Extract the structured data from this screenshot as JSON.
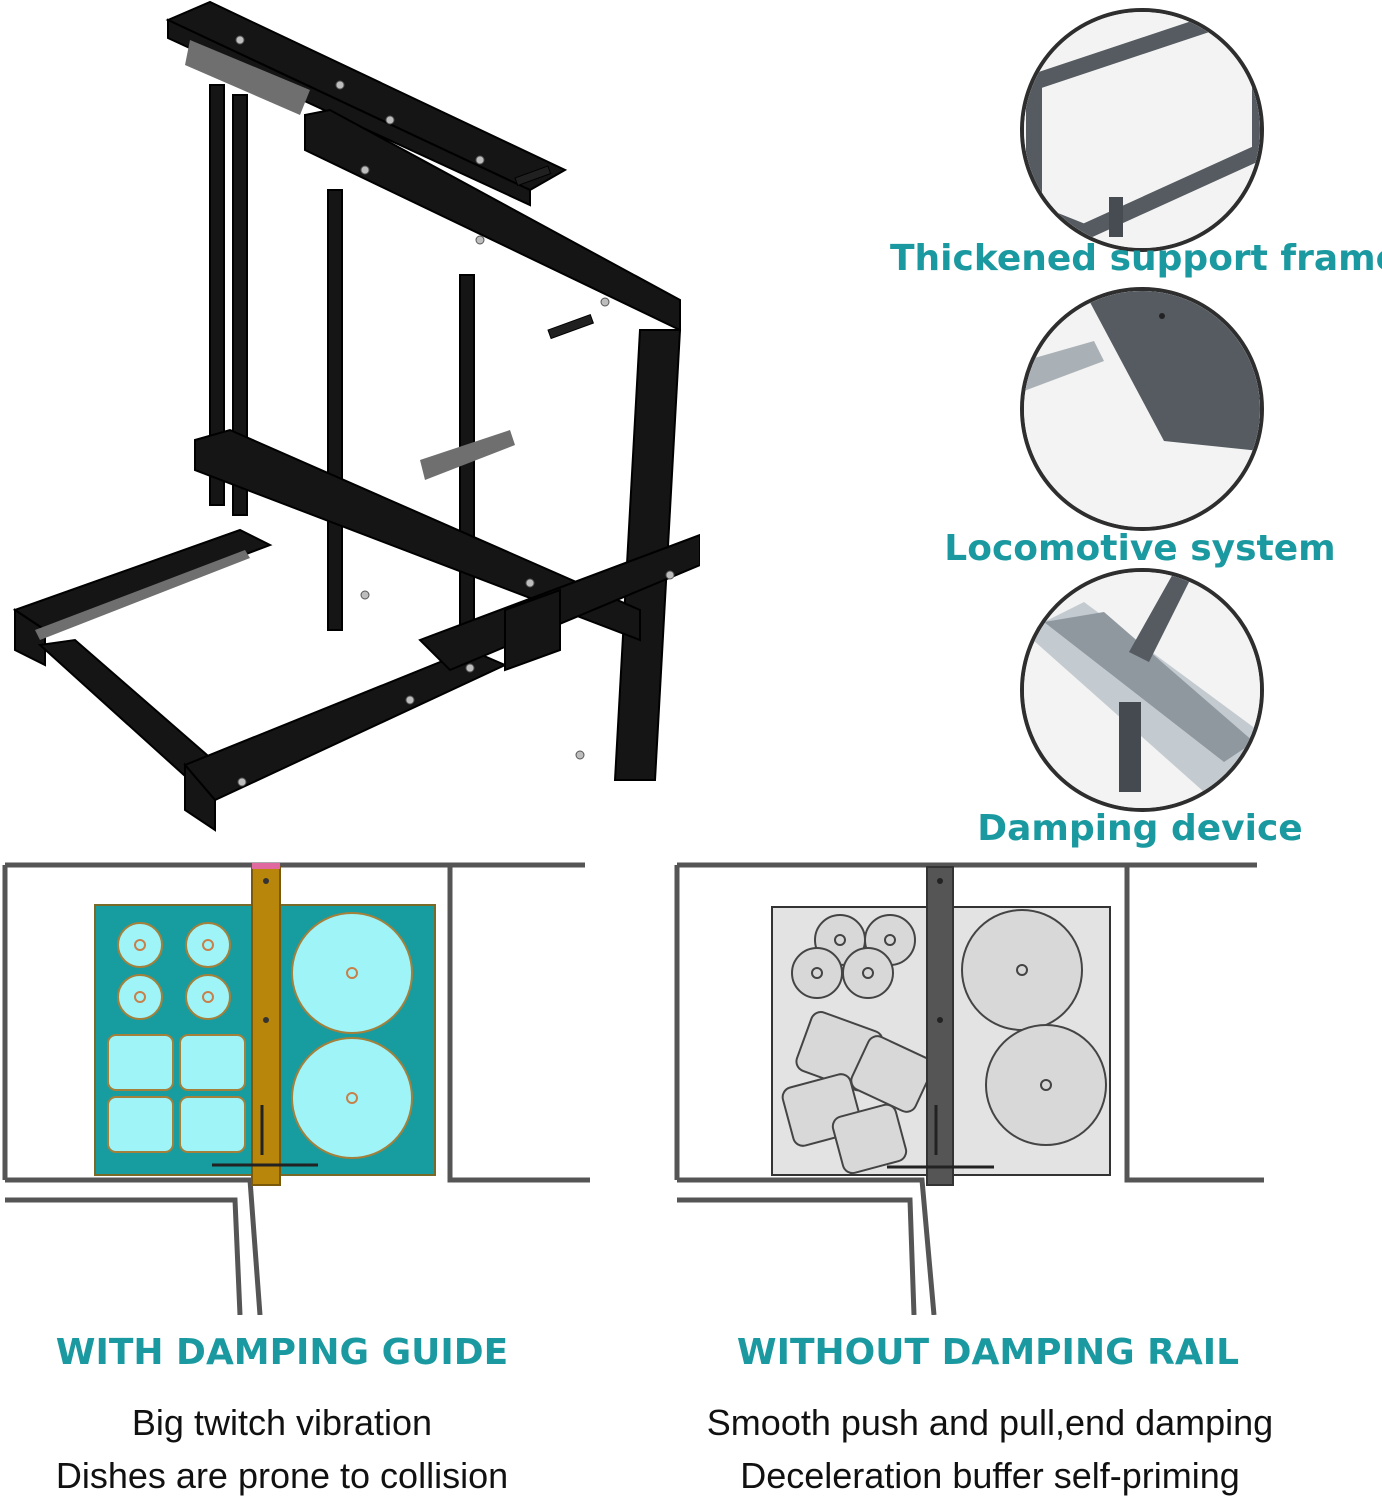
{
  "features": [
    {
      "label": "Thickened support frame",
      "icon": "support-frame-closeup"
    },
    {
      "label": "Locomotive system",
      "icon": "slide-rail-closeup"
    },
    {
      "label": "Damping device",
      "icon": "damper-closeup"
    }
  ],
  "comparison": {
    "left": {
      "title": "WITH DAMPING GUIDE",
      "lines": [
        "Big twitch vibration",
        "Dishes are prone to collision"
      ]
    },
    "right": {
      "title": "WITHOUT DAMPING RAIL",
      "lines": [
        "Smooth push and pull,end damping",
        "Deceleration buffer self-priming"
      ]
    }
  },
  "colors": {
    "accent": "#1a9aa0",
    "frame": "#141414",
    "tray_teal": "#179ca0",
    "dish_fill": "#9ff4f8",
    "rail_gold": "#b8860b",
    "tray_gray": "#e3e3e3"
  }
}
